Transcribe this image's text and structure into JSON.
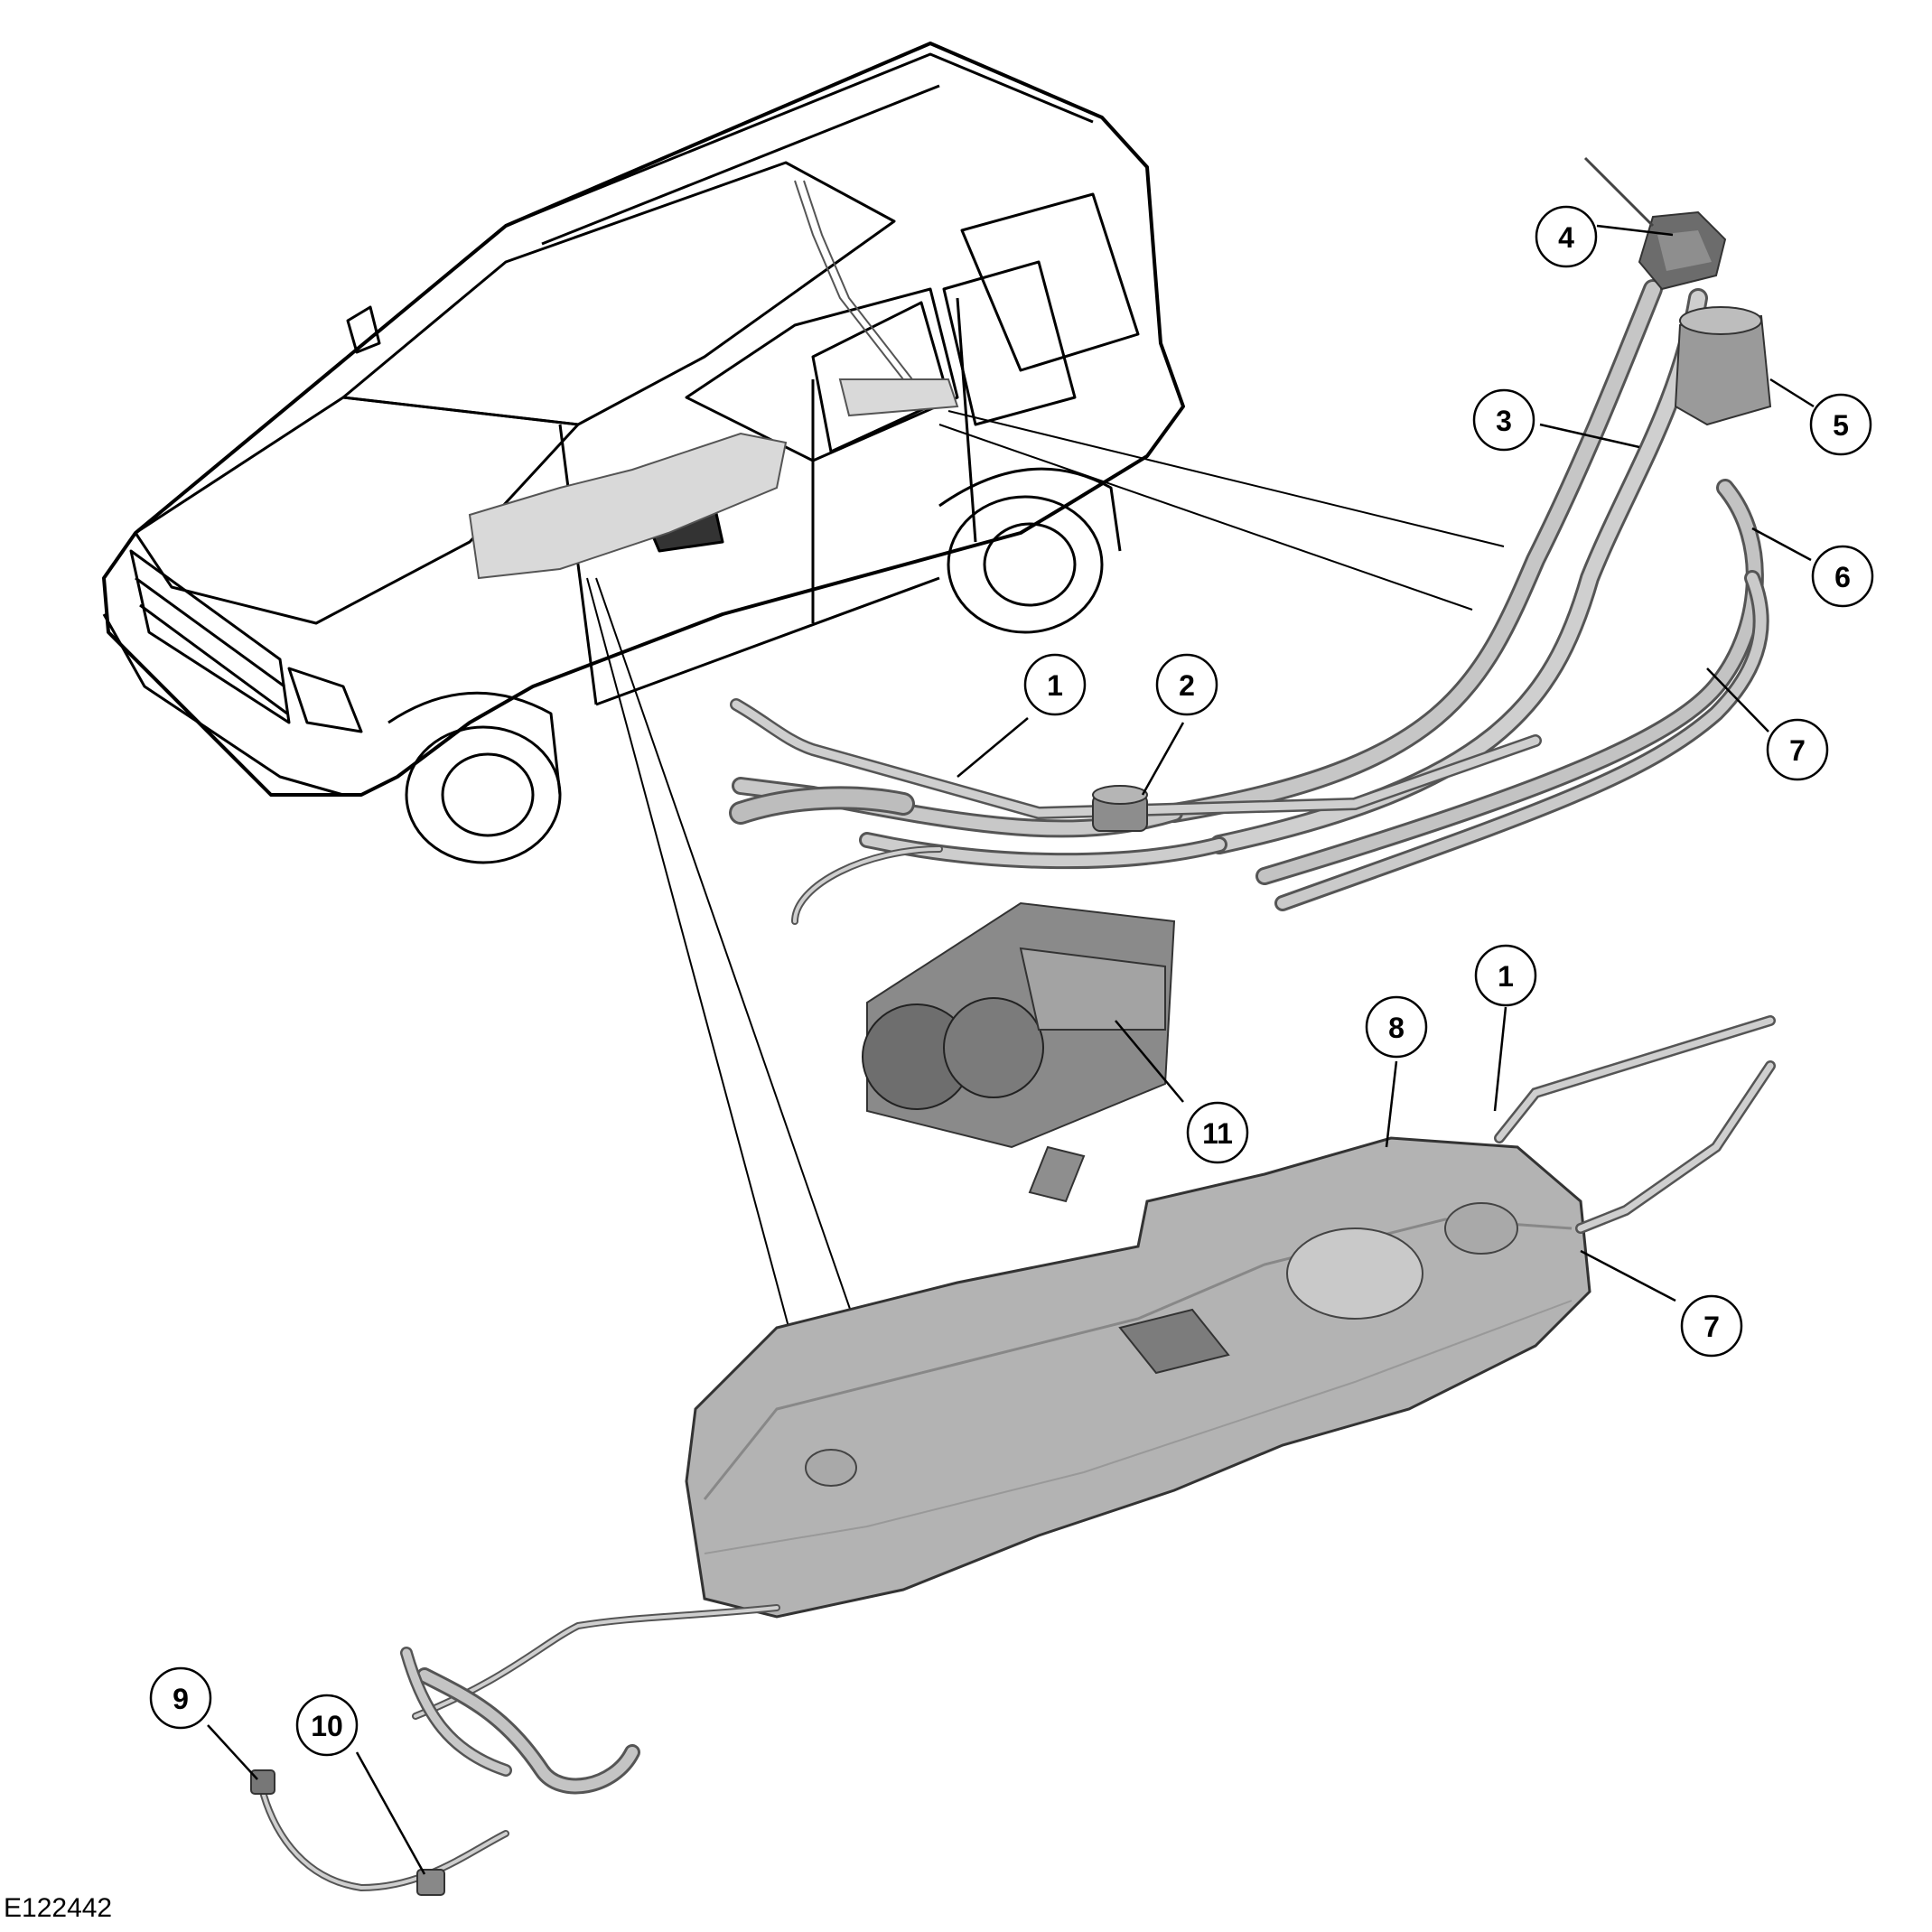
{
  "figure_id": "E122442",
  "callouts": [
    {
      "id": "c1a",
      "label": "1"
    },
    {
      "id": "c2",
      "label": "2"
    },
    {
      "id": "c3",
      "label": "3"
    },
    {
      "id": "c4",
      "label": "4"
    },
    {
      "id": "c5",
      "label": "5"
    },
    {
      "id": "c6",
      "label": "6"
    },
    {
      "id": "c7a",
      "label": "7"
    },
    {
      "id": "c8",
      "label": "8"
    },
    {
      "id": "c1b",
      "label": "1"
    },
    {
      "id": "c7b",
      "label": "7"
    },
    {
      "id": "c9",
      "label": "9"
    },
    {
      "id": "c10",
      "label": "10"
    },
    {
      "id": "c11",
      "label": "11"
    }
  ],
  "colors": {
    "line": "#000000",
    "component_fill": "#b5b5b5",
    "component_dark": "#7d7d7d",
    "component_light": "#d6d6d6"
  }
}
